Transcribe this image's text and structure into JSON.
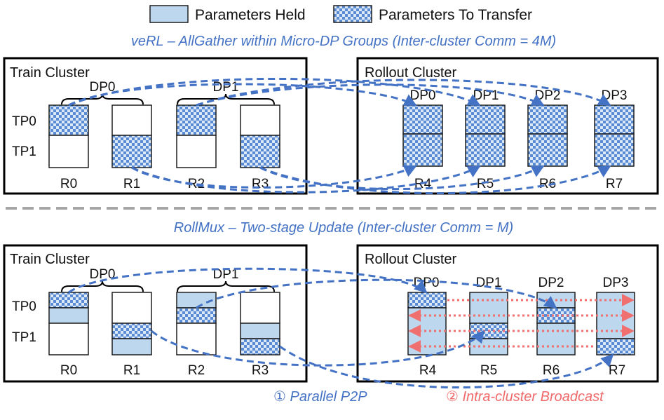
{
  "legend": {
    "held_label": "Parameters Held",
    "transfer_label": "Parameters To Transfer"
  },
  "colors": {
    "held_fill": "#bcd7ee",
    "checker_a": "#5b8bd3",
    "checker_b": "#dbe8f7",
    "arrow_blue": "#4472c4",
    "arrow_red": "#f07070",
    "title_blue": "#4472c4",
    "title_red": "#f06a6a",
    "divider": "#a6a6a6"
  },
  "top": {
    "title": "veRL – AllGather within Micro-DP Groups (Inter-cluster Comm = 4M)",
    "train_cluster_label": "Train Cluster",
    "rollout_cluster_label": "Rollout Cluster"
  },
  "bottom": {
    "title": "RollMux – Two-stage Update (Inter-cluster Comm = M)",
    "train_cluster_label": "Train Cluster",
    "rollout_cluster_label": "Rollout Cluster",
    "caption_p2p": "① Parallel P2P",
    "caption_broadcast": "② Intra-cluster Broadcast"
  },
  "labels": {
    "dp_groups": [
      "DP0",
      "DP1"
    ],
    "tp_rows": [
      "TP0",
      "TP1"
    ],
    "train_ranks": [
      "R0",
      "R1",
      "R2",
      "R3"
    ],
    "rollout_dps": [
      "DP0",
      "DP1",
      "DP2",
      "DP3"
    ],
    "rollout_ranks": [
      "R4",
      "R5",
      "R6",
      "R7"
    ]
  }
}
